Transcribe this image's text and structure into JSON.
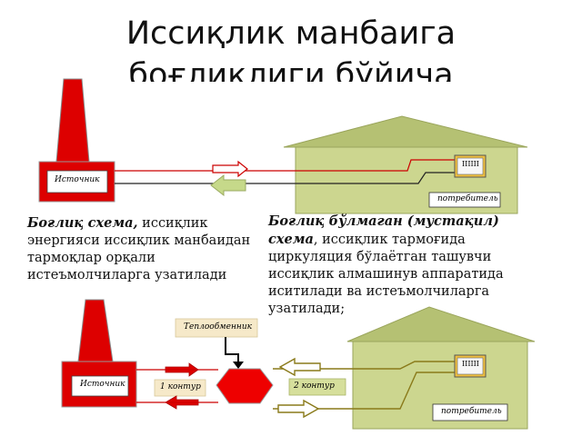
{
  "title": {
    "line1": "Иссиқлик манбаига",
    "line2": "боғлиқлиги бўйича"
  },
  "top_diagram": {
    "source_label": "Источник",
    "consumer_label": "потребитель",
    "radiator_label": "IIIIII"
  },
  "left_text": {
    "bold": "Боғлиқ схема,",
    "rest": " иссиқлик энергияси иссиқлик манбаидан тармоқлар орқали истеъмолчиларга узатилади"
  },
  "right_text": {
    "bold": "Боғлиқ бўлмаган (мустақил) схема",
    "rest": ", иссиқлик тармоғида циркуляция бўлаётган ташувчи иссиқлик алмашинув аппаратида иситилади ва истеъмолчиларга узатилади;"
  },
  "bottom_diagram": {
    "heat_exchanger_label": "Теплообменник",
    "source_label": "Источник",
    "circuit1_label": "1 контур",
    "circuit2_label": "2 контур",
    "consumer_label": "потребитель",
    "radiator_label": "IIIIII"
  },
  "colors": {
    "chimney": "#dd0000",
    "house_wall": "#ccd68f",
    "house_roof": "#b5c173",
    "hot_line": "#cc0000",
    "return_line": "#222222",
    "arrow_green": "#c6d98a",
    "arrow_olive": "#8a7a1a",
    "label_bg": "#f6e9c9"
  }
}
